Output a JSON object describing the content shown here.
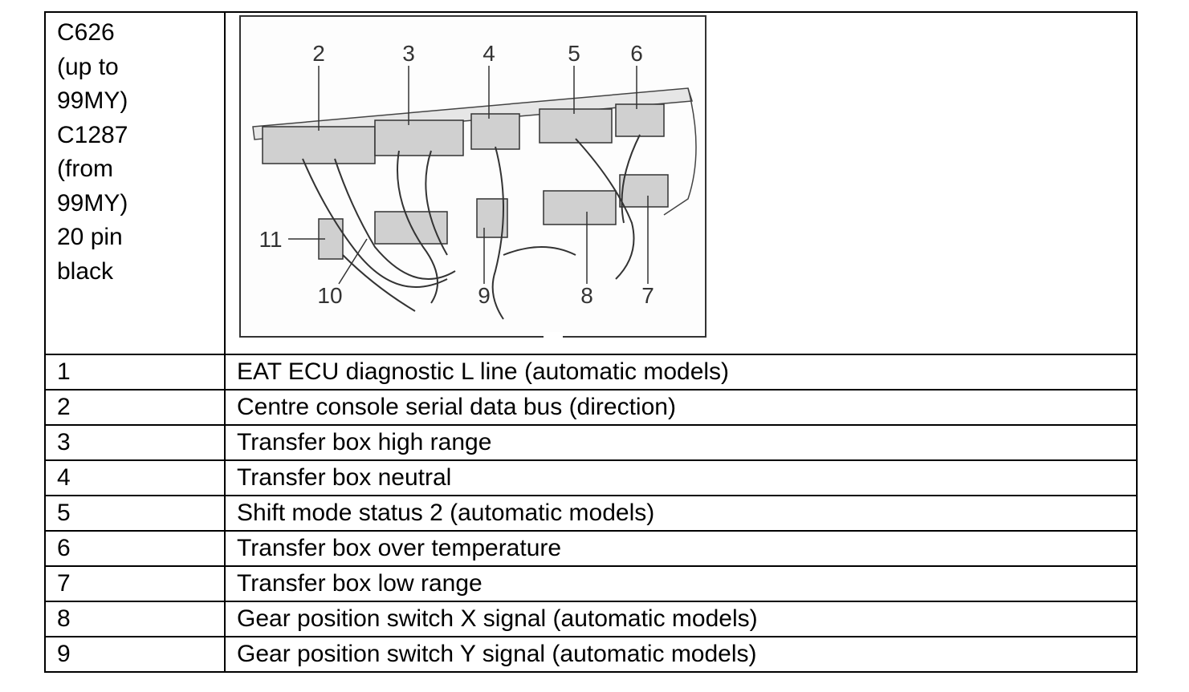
{
  "connector": {
    "label_lines": [
      "C626",
      "(up to",
      "99MY)",
      "C1287",
      "(from",
      "99MY)",
      "20 pin",
      "black"
    ]
  },
  "diagram": {
    "callouts": [
      "2",
      "3",
      "4",
      "5",
      "6",
      "11",
      "10",
      "9",
      "8",
      "7"
    ]
  },
  "pins": [
    {
      "pin": "1",
      "description": "EAT ECU diagnostic L line (automatic models)"
    },
    {
      "pin": "2",
      "description": "Centre console serial data bus (direction)"
    },
    {
      "pin": "3",
      "description": "Transfer box high range"
    },
    {
      "pin": "4",
      "description": "Transfer box neutral"
    },
    {
      "pin": "5",
      "description": "Shift mode status 2 (automatic models)"
    },
    {
      "pin": "6",
      "description": "Transfer box over temperature"
    },
    {
      "pin": "7",
      "description": "Transfer box low range"
    },
    {
      "pin": "8",
      "description": "Gear position switch X signal (automatic models)"
    },
    {
      "pin": "9",
      "description": "Gear position switch Y signal (automatic models)"
    }
  ]
}
